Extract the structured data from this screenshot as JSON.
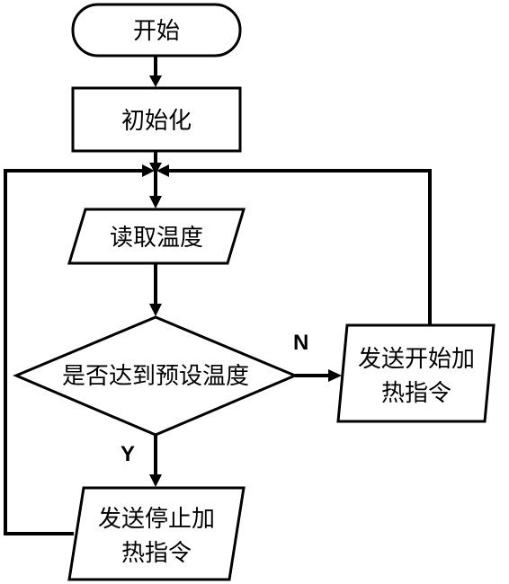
{
  "flowchart": {
    "start": "开始",
    "init": "初始化",
    "read": "读取温度",
    "decision": "是否达到预设温度",
    "heat_on": {
      "line1": "发送开始加",
      "line2": "热指令"
    },
    "heat_off": {
      "line1": "发送停止加",
      "line2": "热指令"
    },
    "branch_no": "N",
    "branch_yes": "Y"
  }
}
